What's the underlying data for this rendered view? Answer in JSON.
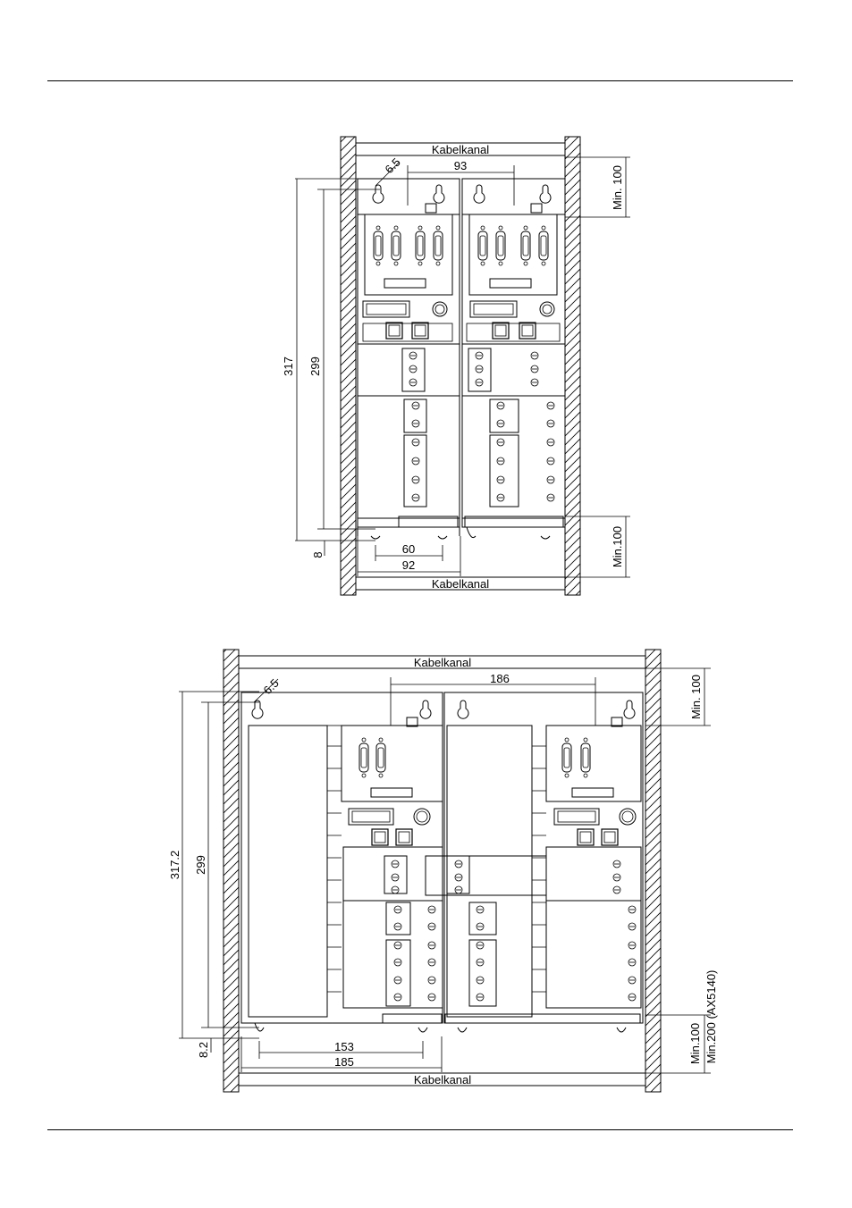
{
  "top_diagram": {
    "cable_duct_top": "Kabelkanal",
    "cable_duct_bottom": "Kabelkanal",
    "dim_hole_diameter": "6.5",
    "dim_spacing": "93",
    "dim_total_height": "317",
    "dim_hole_pitch": "299",
    "dim_bottom_offset": "8",
    "dim_slot_width": "60",
    "dim_module_width": "92",
    "clearance_top": "Min. 100",
    "clearance_bottom": "Min.100"
  },
  "bottom_diagram": {
    "cable_duct_top": "Kabelkanal",
    "cable_duct_bottom": "Kabelkanal",
    "dim_hole_diameter": "6.5",
    "dim_spacing": "186",
    "dim_total_height": "317.2",
    "dim_hole_pitch": "299",
    "dim_bottom_offset": "8.2",
    "dim_slot_width": "153",
    "dim_module_width": "185",
    "clearance_top": "Min. 100",
    "clearance_bottom_1": "Min.100",
    "clearance_bottom_2": "Min.200 (AX5140)"
  }
}
